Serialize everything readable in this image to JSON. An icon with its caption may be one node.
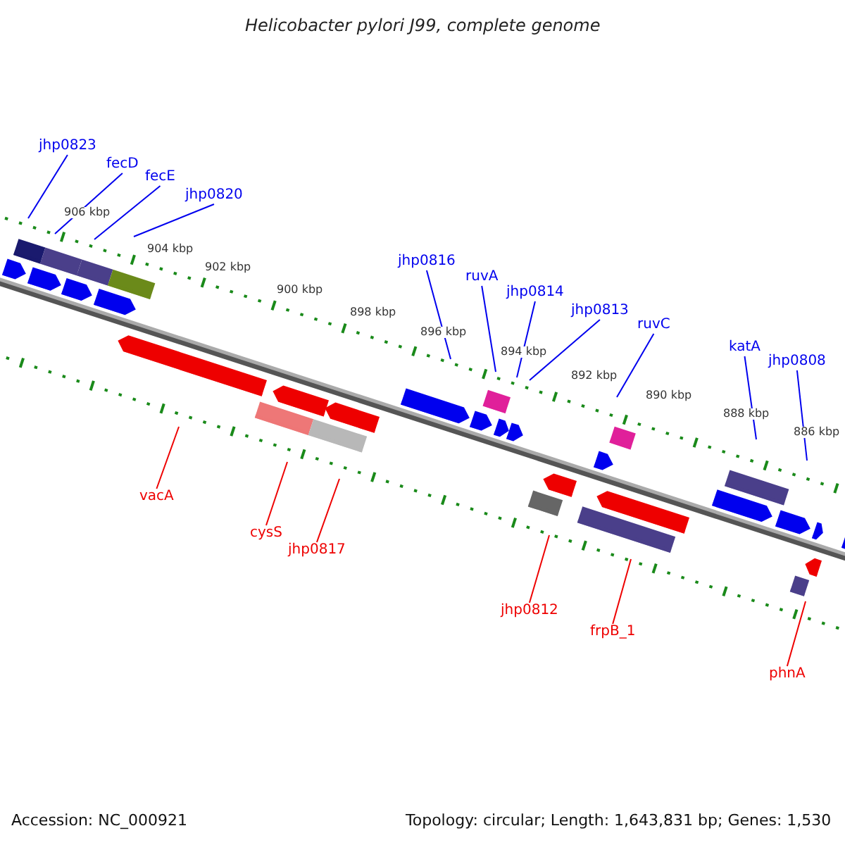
{
  "diagram": {
    "title": "Helicobacter pylori J99, complete genome",
    "nodes": [
      {
        "text": [
          "jhp0823"
        ]
      },
      {
        "text": [
          "fecD"
        ]
      },
      {
        "text": [
          "fecE"
        ]
      },
      {
        "text": [
          "jhp0820"
        ]
      },
      {
        "text": [
          "jhp0816"
        ]
      },
      {
        "text": [
          "ruvA"
        ]
      },
      {
        "text": [
          "jhp0814"
        ]
      },
      {
        "text": [
          "jhp0813"
        ]
      },
      {
        "text": [
          "ruvC"
        ]
      },
      {
        "text": [
          "katA"
        ]
      },
      {
        "text": [
          "jhp0808"
        ]
      },
      {
        "text": [
          "vacA"
        ]
      },
      {
        "text": [
          "cysS"
        ]
      },
      {
        "text": [
          "jhp0817"
        ]
      },
      {
        "text": [
          "jhp0812"
        ]
      },
      {
        "text": [
          "frpB_1"
        ]
      },
      {
        "text": [
          "phnA"
        ]
      }
    ],
    "edges": [
      {
        "from": 0,
        "to": null,
        "arrow": "none"
      },
      {
        "from": 1,
        "to": null,
        "arrow": "none"
      },
      {
        "from": 2,
        "to": null,
        "arrow": "none"
      },
      {
        "from": 3,
        "to": null,
        "arrow": "none"
      },
      {
        "from": 4,
        "to": null,
        "arrow": "none"
      },
      {
        "from": 5,
        "to": null,
        "arrow": "none"
      },
      {
        "from": 6,
        "to": null,
        "arrow": "none"
      },
      {
        "from": 7,
        "to": null,
        "arrow": "none"
      },
      {
        "from": 8,
        "to": null,
        "arrow": "none"
      },
      {
        "from": 9,
        "to": null,
        "arrow": "none"
      },
      {
        "from": 10,
        "to": null,
        "arrow": "none"
      },
      {
        "from": 11,
        "to": null,
        "arrow": "none",
        "color": "#ee0000"
      },
      {
        "from": 12,
        "to": null,
        "arrow": "none",
        "color": "#ee0000"
      },
      {
        "from": 13,
        "to": null,
        "arrow": "none",
        "color": "#ee0000"
      },
      {
        "from": 14,
        "to": null,
        "arrow": "none",
        "color": "#ee0000"
      },
      {
        "from": 15,
        "to": null,
        "arrow": "none",
        "color": "#ee0000"
      },
      {
        "from": 16,
        "to": null,
        "arrow": "none",
        "color": "#ee0000"
      }
    ],
    "labels": [
      "906 kbp",
      "904 kbp",
      "902 kbp",
      "900 kbp",
      "898 kbp",
      "896 kbp",
      "894 kbp",
      "892 kbp",
      "890 kbp",
      "888 kbp",
      "886 kbp",
      "Accession: NC_000921",
      "Topology: circular; Length: 1,643,831 bp; Genes: 1,530"
    ]
  }
}
